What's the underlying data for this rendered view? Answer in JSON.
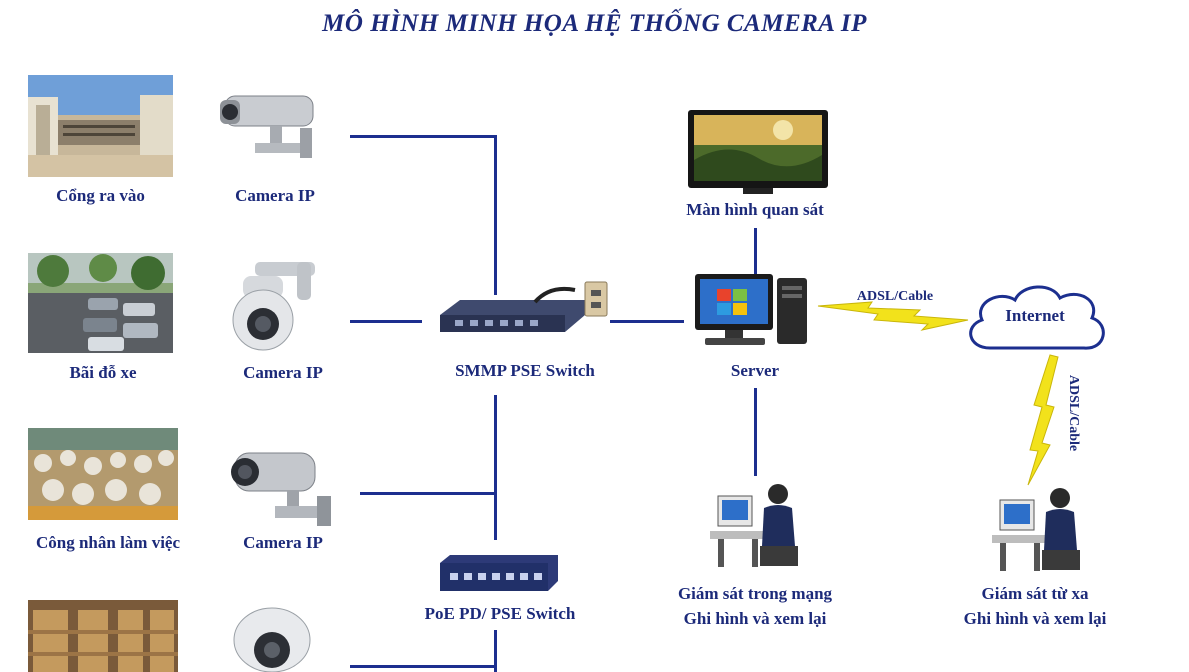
{
  "title": "MÔ HÌNH MINH HỌA HỆ THỐNG CAMERA IP",
  "sites": [
    {
      "label": "Cổng ra vào"
    },
    {
      "label": "Bãi đỗ xe"
    },
    {
      "label": "Công nhân làm việc"
    }
  ],
  "cameras": [
    {
      "label": "Camera IP"
    },
    {
      "label": "Camera IP"
    },
    {
      "label": "Camera IP"
    }
  ],
  "switch_main": {
    "label": "SMMP PSE Switch"
  },
  "switch_poe": {
    "label": "PoE PD/ PSE Switch"
  },
  "monitor": {
    "label": "Màn hình quan sát"
  },
  "server": {
    "label": "Server"
  },
  "internet": {
    "label": "Internet"
  },
  "links": {
    "server_internet": "ADSL/Cable",
    "internet_remote": "ADSL/Cable"
  },
  "local_station": {
    "line1": "Giám sát trong mạng",
    "line2": "Ghi hình và xem lại"
  },
  "remote_station": {
    "line1": "Giám sát từ xa",
    "line2": "Ghi hình và xem lại"
  },
  "colors": {
    "text": "#1c2a7a",
    "line": "#1c2f8f",
    "bolt": "#f2e21b"
  }
}
